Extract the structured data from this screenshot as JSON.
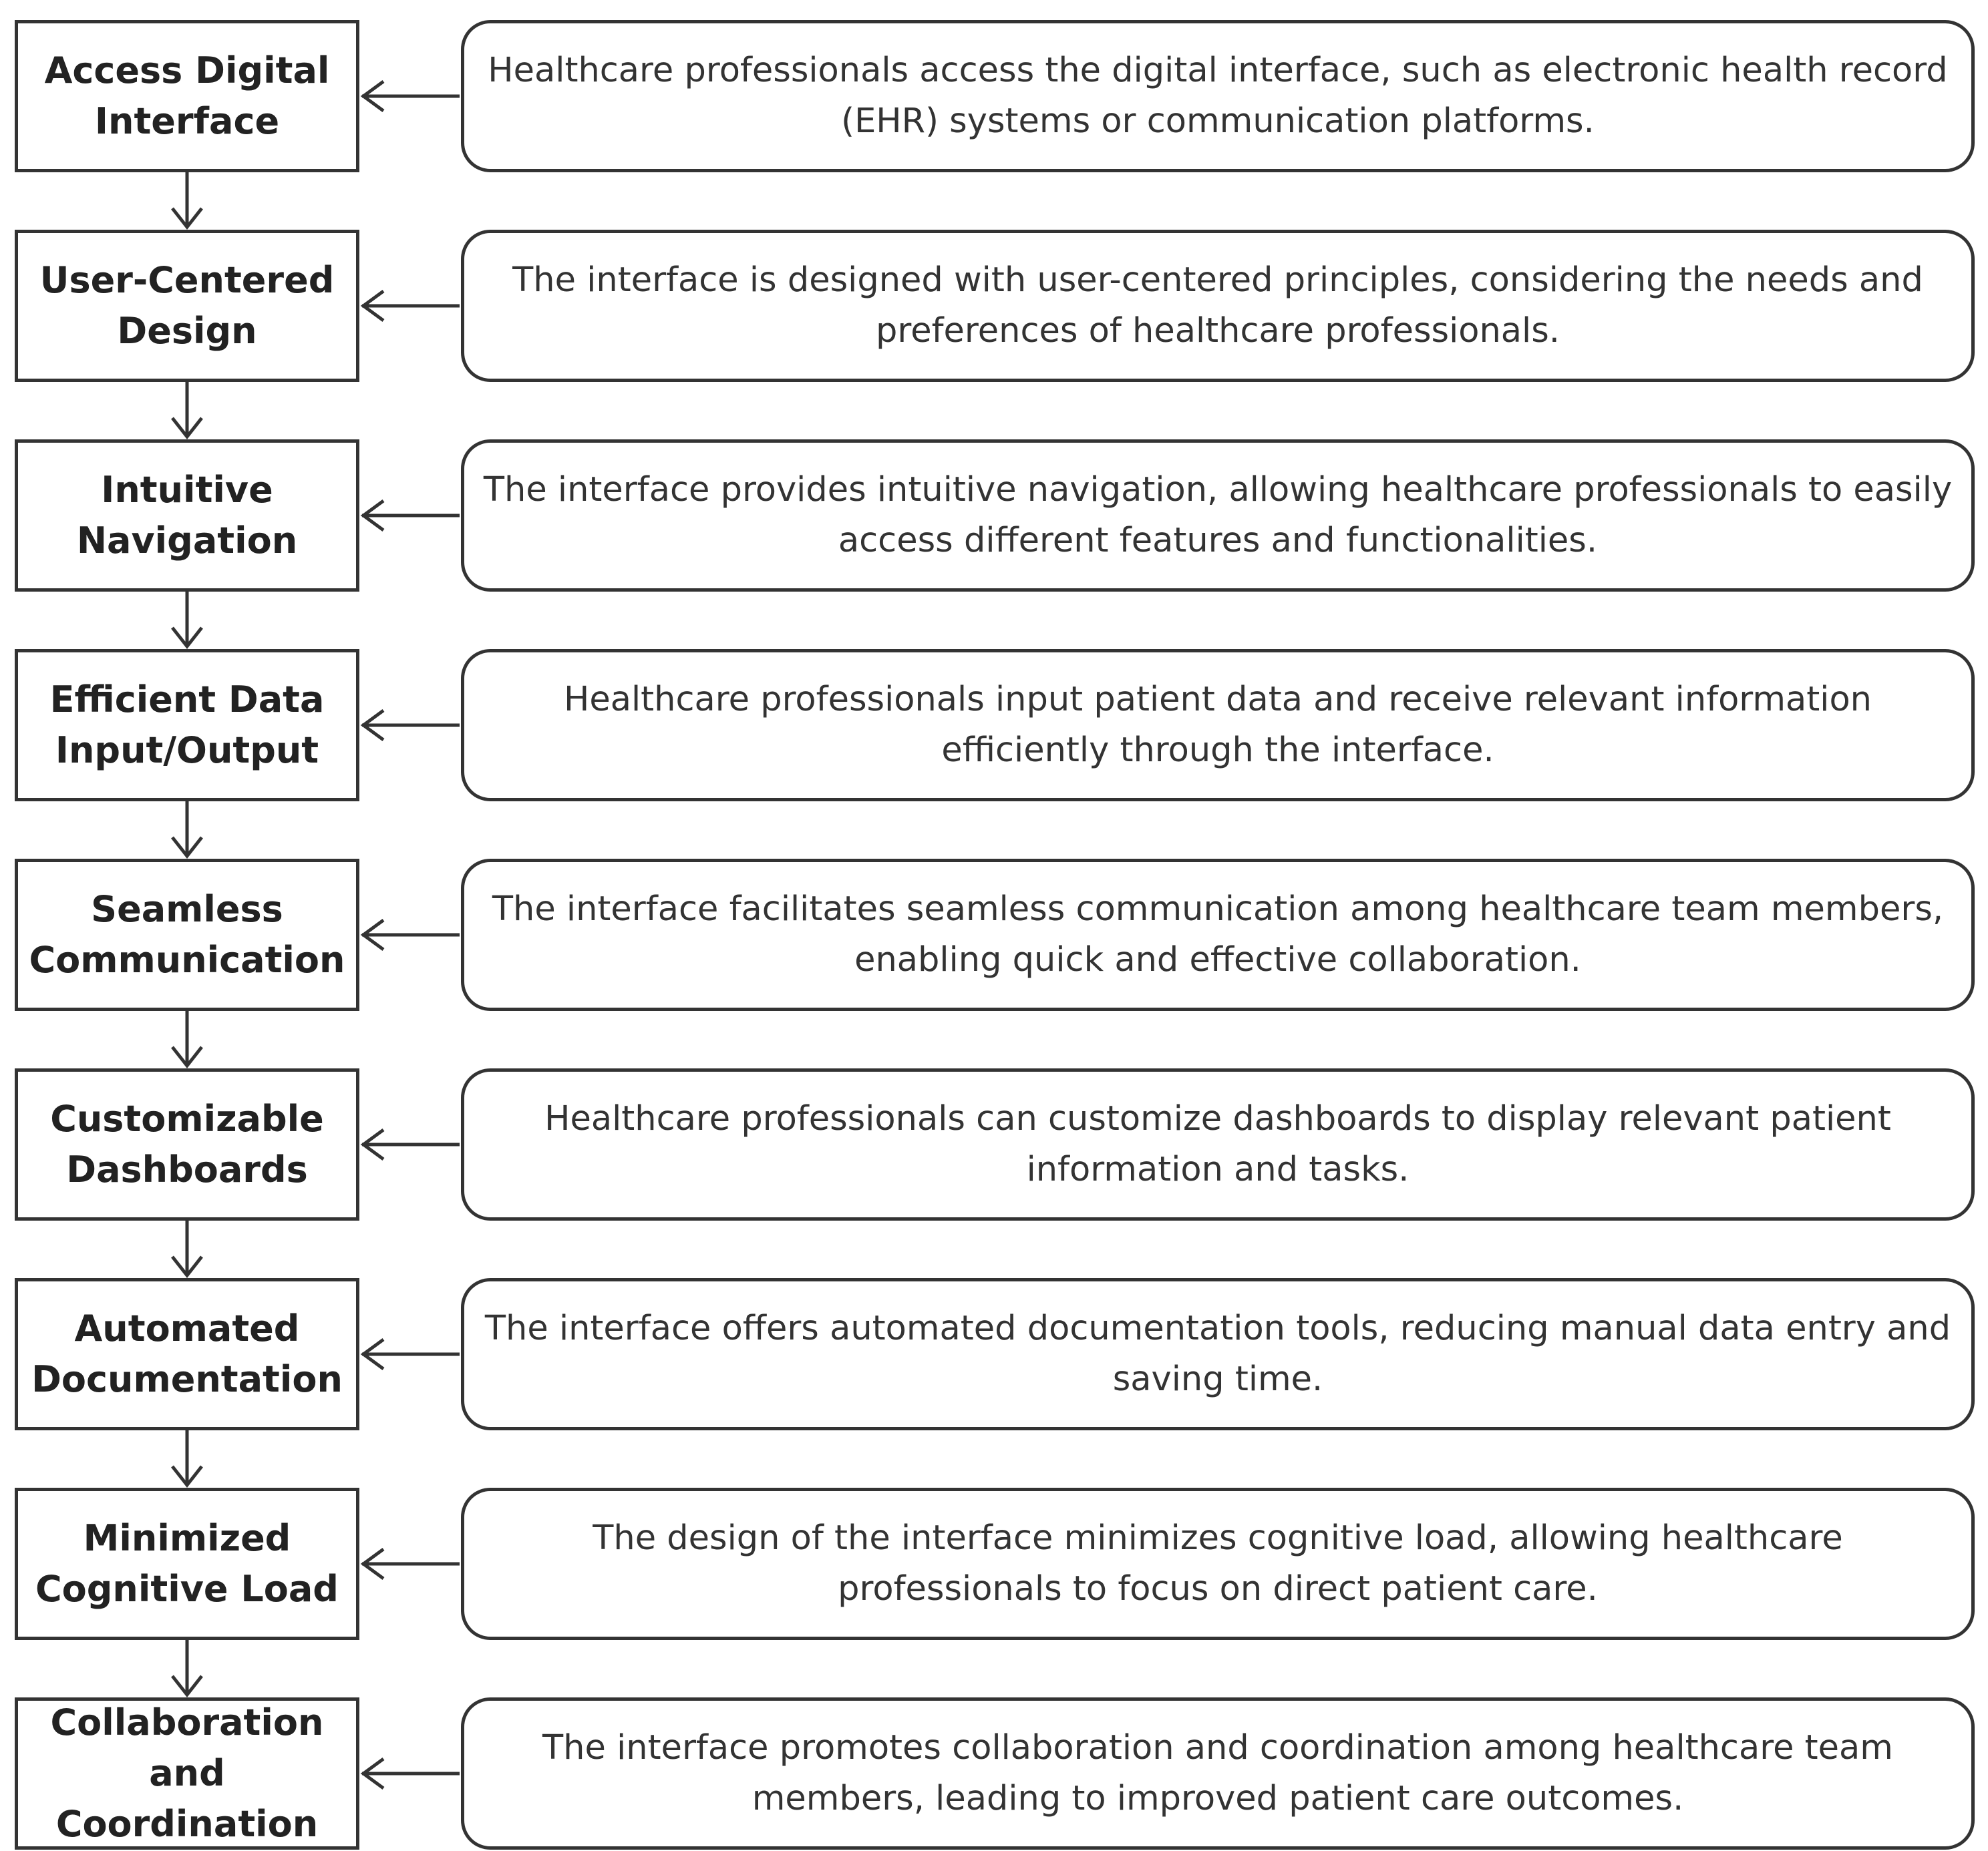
{
  "steps": [
    {
      "title": "Access Digital Interface",
      "description": "Healthcare professionals access the digital interface, such as electronic health record (EHR) systems or communication platforms."
    },
    {
      "title": "User-Centered Design",
      "description": "The interface is designed with user-centered principles, considering the needs and preferences of healthcare professionals."
    },
    {
      "title": "Intuitive Navigation",
      "description": "The interface provides intuitive navigation, allowing healthcare professionals to easily access different features and functionalities."
    },
    {
      "title": "Efficient Data Input/Output",
      "description": "Healthcare professionals input patient data and receive relevant information efficiently through the interface."
    },
    {
      "title": "Seamless Communication",
      "description": "The interface facilitates seamless communication among healthcare team members, enabling quick and effective collaboration."
    },
    {
      "title": "Customizable Dashboards",
      "description": "Healthcare professionals can customize dashboards to display relevant patient information and tasks."
    },
    {
      "title": "Automated Documentation",
      "description": "The interface offers automated documentation tools, reducing manual data entry and saving time."
    },
    {
      "title": "Minimized Cognitive Load",
      "description": "The design of the interface minimizes cognitive load, allowing healthcare professionals to focus on direct patient care."
    },
    {
      "title": "Collaboration and Coordination",
      "description": "The interface promotes collaboration and coordination among healthcare team members, leading to improved patient care outcomes."
    }
  ],
  "colors": {
    "stroke": "#333333",
    "text": "#2a2a2a",
    "background": "#ffffff"
  }
}
